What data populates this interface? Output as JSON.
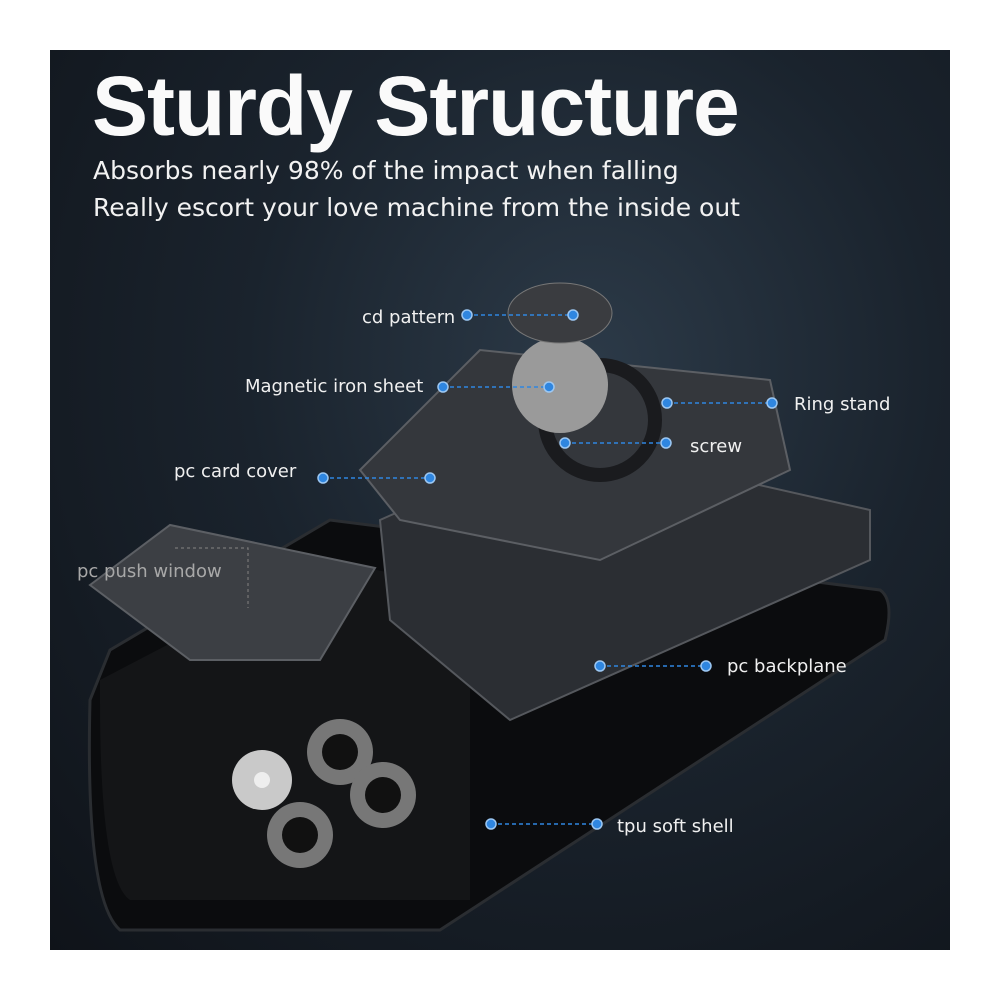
{
  "title": "Sturdy Structure",
  "subtitle_lines": [
    "Absorbs nearly 98% of the impact when falling",
    "Really escort your love machine from the inside out"
  ],
  "labels": {
    "cd_pattern": "cd pattern",
    "magnetic_iron_sheet": "Magnetic iron sheet",
    "ring_stand": "Ring stand",
    "screw": "screw",
    "pc_card_cover": "pc card cover",
    "pc_push_window": "pc push window",
    "pc_backplane": "pc backplane",
    "tpu_soft_shell": "tpu soft shell"
  },
  "colors": {
    "accent": "#2f86e0",
    "background": "#161d25",
    "text": "#f0f0f0"
  }
}
